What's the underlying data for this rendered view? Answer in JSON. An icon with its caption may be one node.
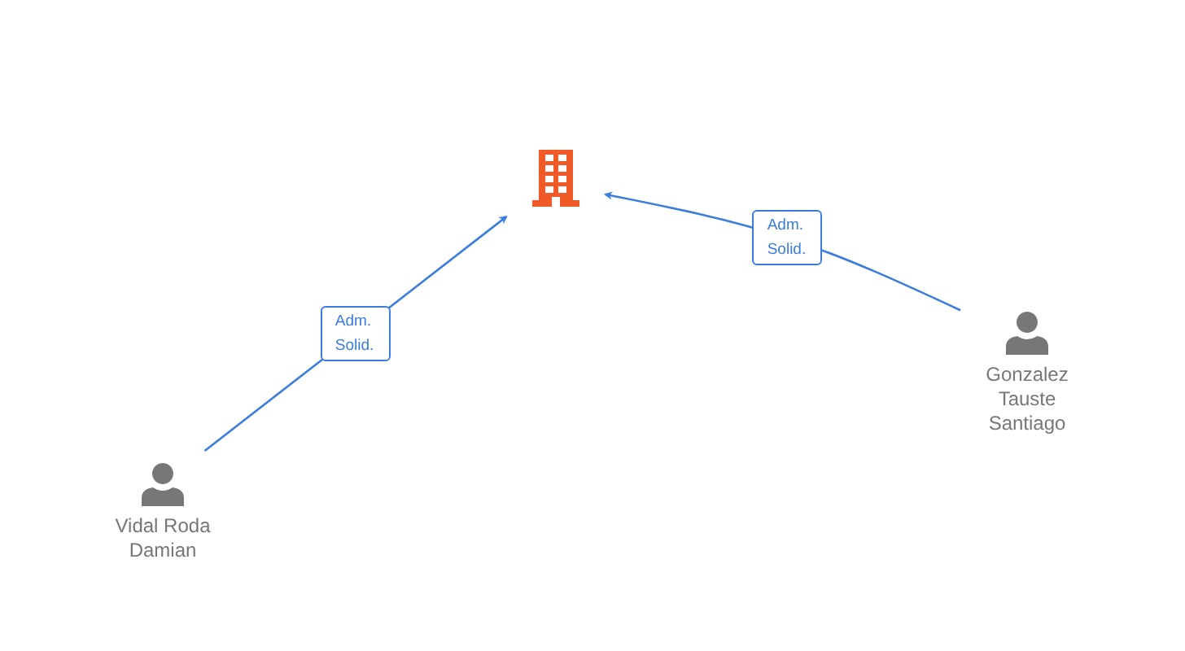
{
  "diagram": {
    "nodes": [
      {
        "text": [],
        "shape": "picture"
      },
      {
        "text": [
          "Vidal Roda Damian"
        ]
      },
      {
        "text": [
          "Gonzalez Tauste Santiago"
        ]
      }
    ],
    "edges": [
      {
        "from": 1,
        "to": 0,
        "arrow": "to",
        "label": "Adm. Solid."
      },
      {
        "from": 2,
        "to": 0,
        "arrow": "to",
        "label": "Adm. Solid."
      }
    ]
  }
}
